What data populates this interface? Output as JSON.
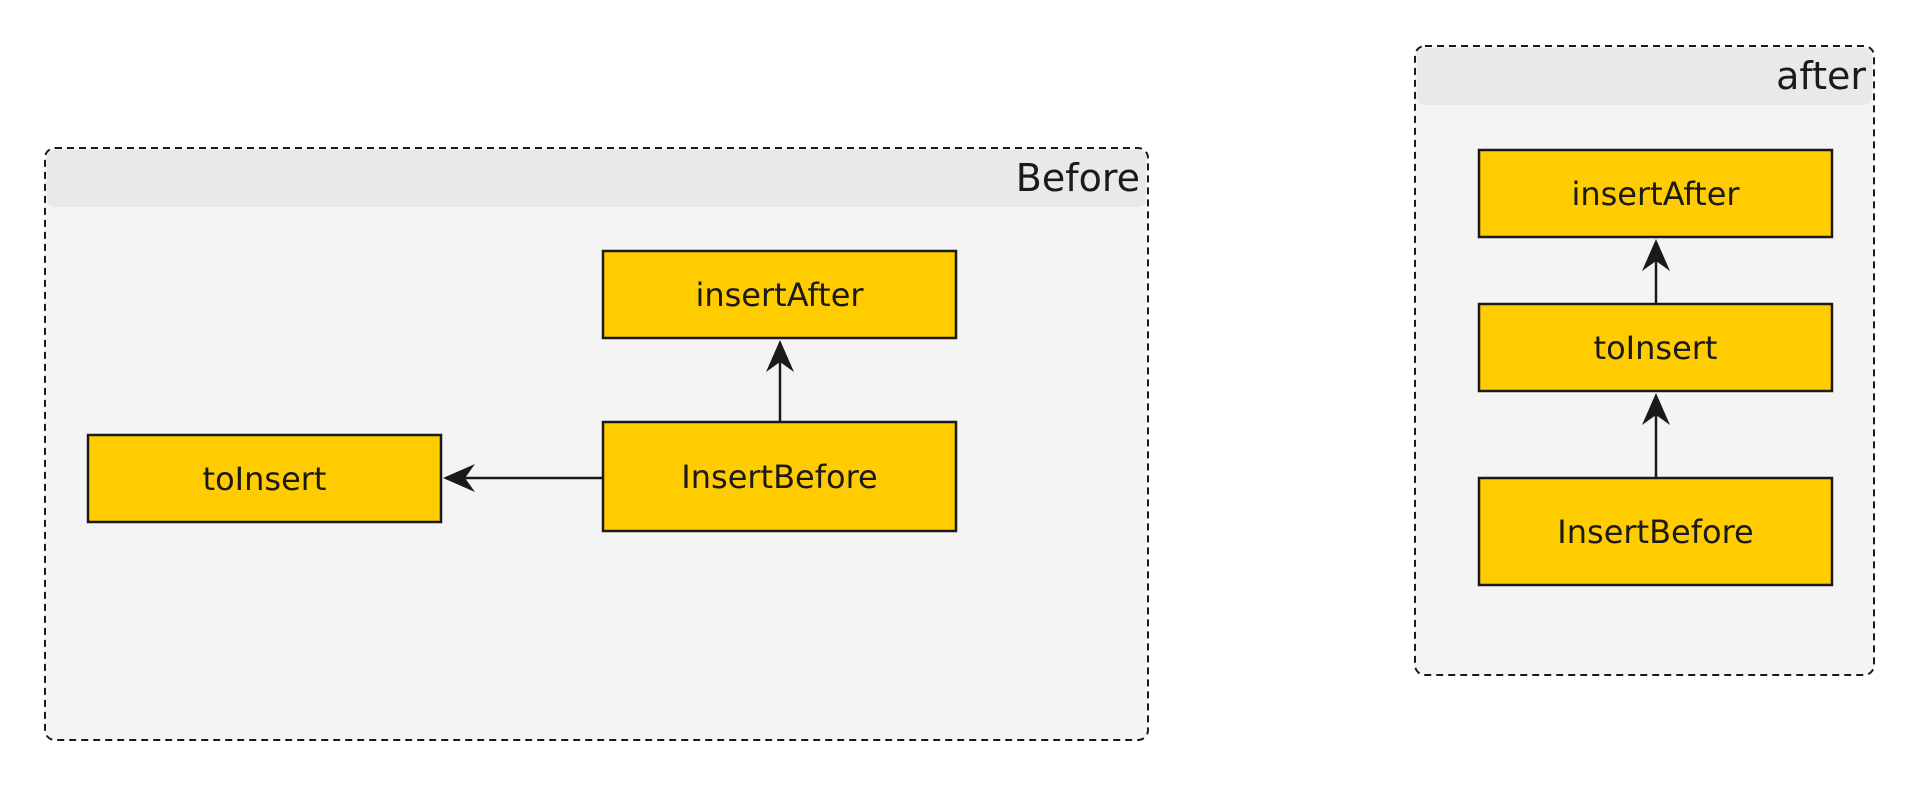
{
  "colors": {
    "node_fill": "#ffcc00",
    "node_stroke": "#1a1a1a",
    "package_fill": "#f4f4f4",
    "package_header": "#e9e9e9"
  },
  "packages": {
    "before": {
      "title": "Before",
      "nodes": {
        "insert_after": "insertAfter",
        "to_insert": "toInsert",
        "insert_before": "InsertBefore"
      }
    },
    "after": {
      "title": "after",
      "nodes": {
        "insert_after": "insertAfter",
        "to_insert": "toInsert",
        "insert_before": "InsertBefore"
      }
    }
  },
  "edges": [
    {
      "package": "before",
      "from": "InsertBefore",
      "to": "insertAfter"
    },
    {
      "package": "before",
      "from": "InsertBefore",
      "to": "toInsert"
    },
    {
      "package": "after",
      "from": "toInsert",
      "to": "insertAfter"
    },
    {
      "package": "after",
      "from": "InsertBefore",
      "to": "toInsert"
    }
  ]
}
